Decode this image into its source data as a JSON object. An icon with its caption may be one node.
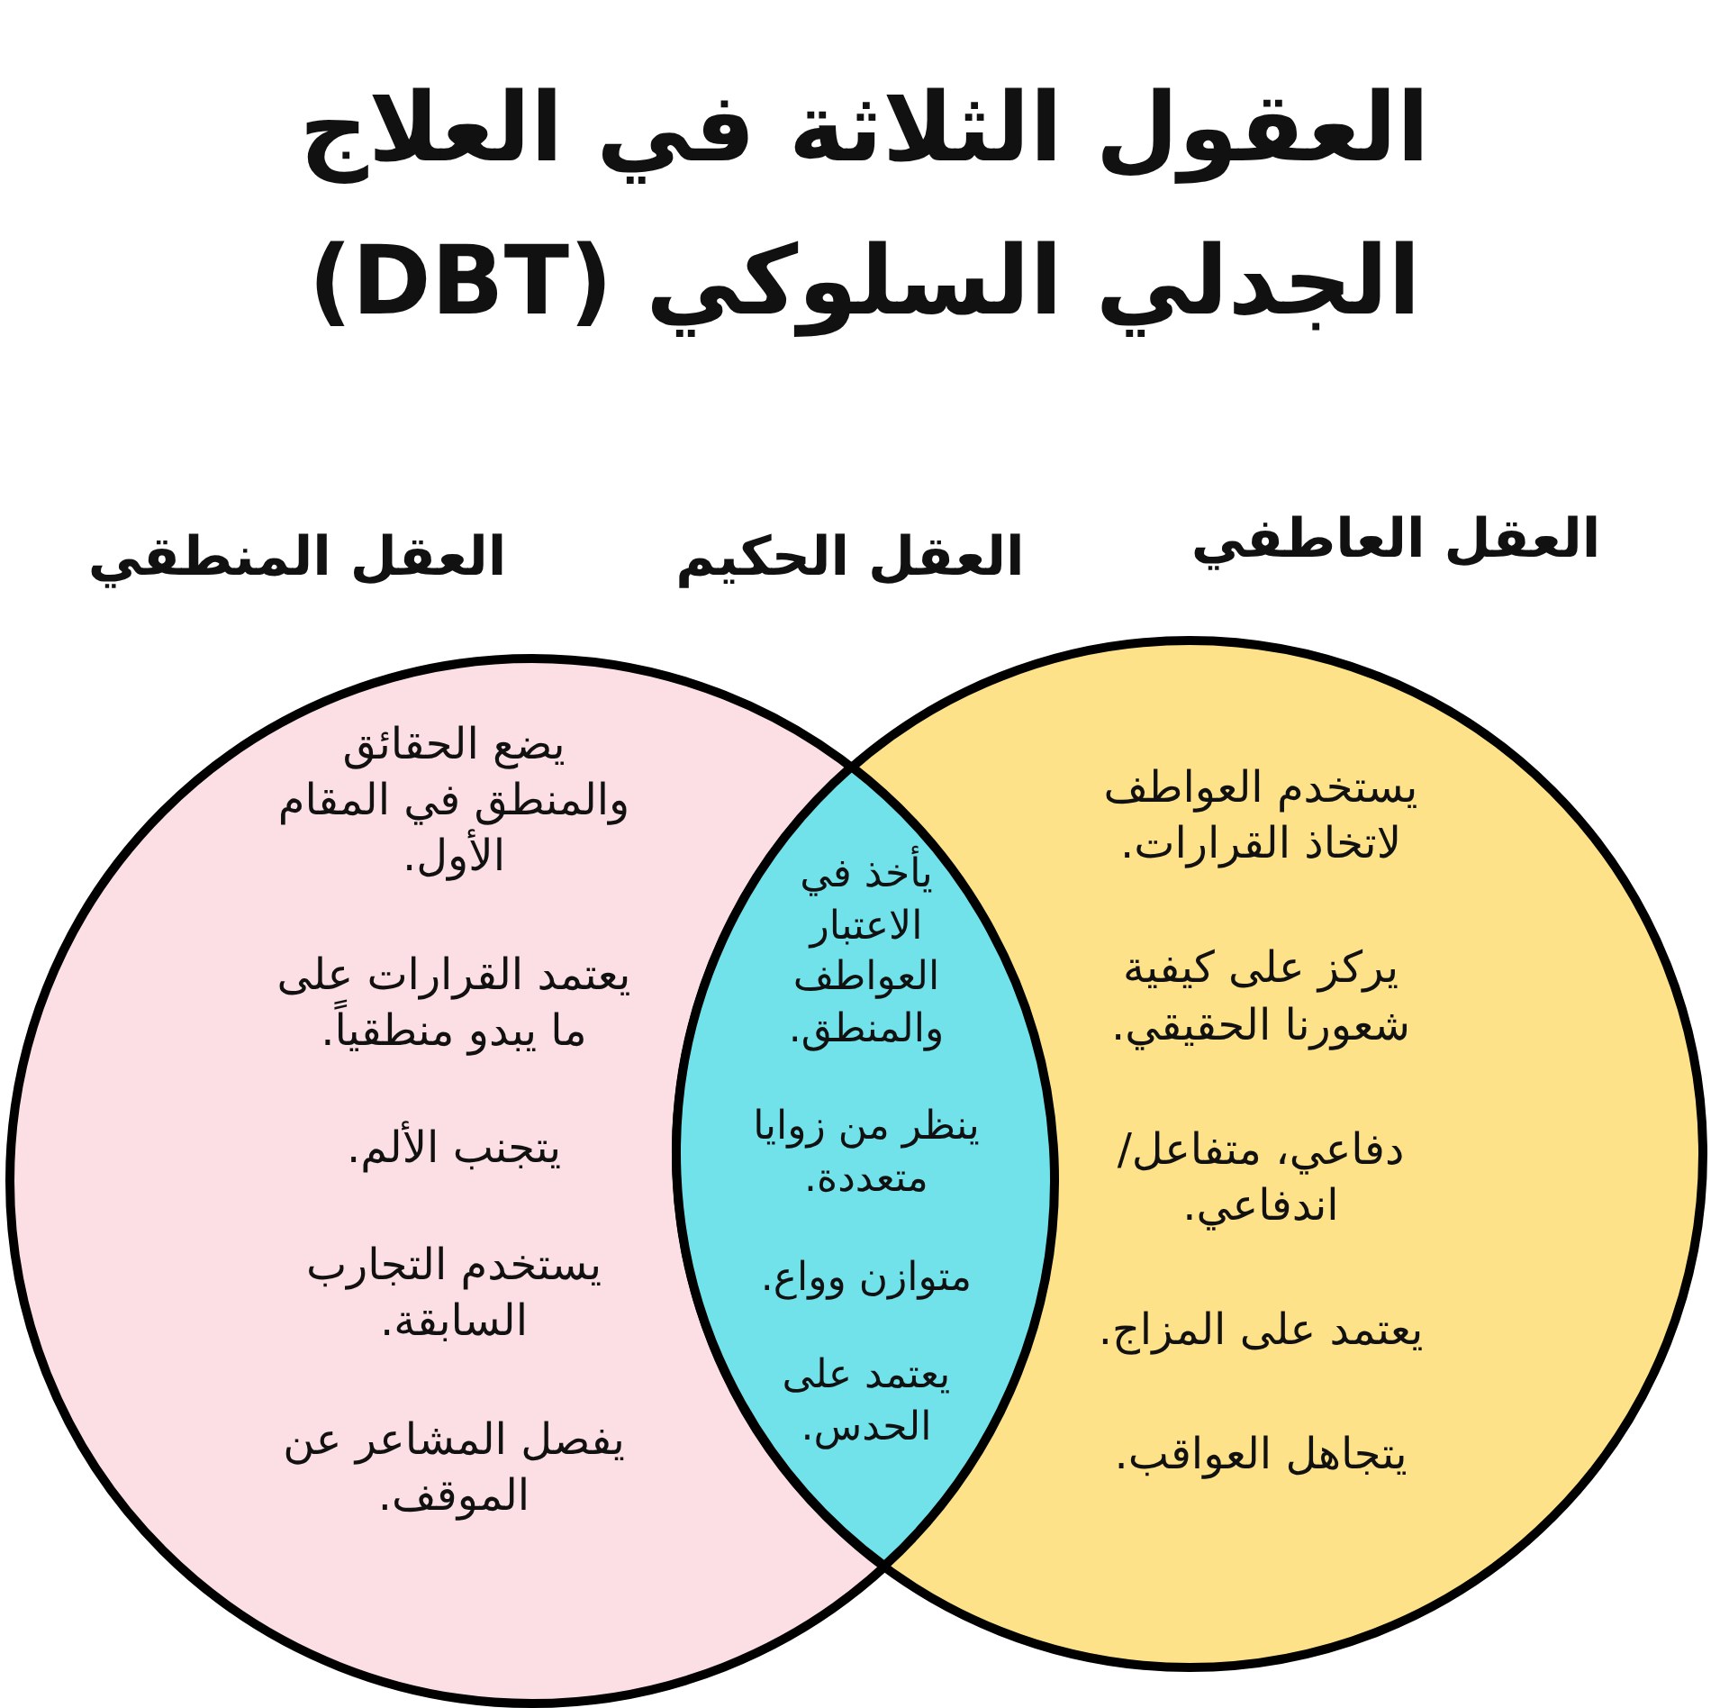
{
  "diagram": {
    "title": "العقول الثلاثة في العلاج الجدلي السلوكي (DBT)",
    "nodes": [
      {
        "text": [
          "العقل العاطفي",
          "يستخدم العواطف لاتخاذ القرارات.",
          "يركز على كيفية شعورنا الحقيقي.",
          "دفاعي، متفاعل/ اندفاعي.",
          "يعتمد على المزاج.",
          "يتجاهل العواقب."
        ]
      },
      {
        "text": [
          "يأخذ في الاعتبار العواطف والمنطق.",
          "ينظر من زوايا متعددة.",
          "متوازن وواع.",
          "يعتمد على الحدس."
        ]
      },
      {
        "text": [
          "العقل المنطقي",
          "يضع الحقائق والمنطق في المقام الأول.",
          "يعتمد القرارات على ما يبدو منطقياً.",
          "يتجنب الألم.",
          "يستخدم التجارب السابقة.",
          "يفصل المشاعر عن الموقف."
        ]
      }
    ],
    "labels": [
      "العقل الحكيم"
    ]
  }
}
